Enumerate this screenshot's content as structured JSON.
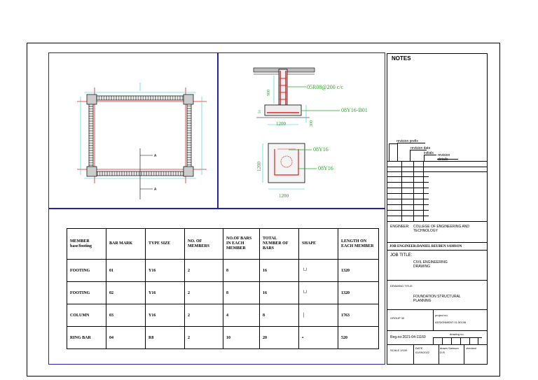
{
  "sheet": {
    "detail_labels": {
      "section_marker_top": "A",
      "section_marker_bottom": "A",
      "stirrups": "05R08@200 c/c",
      "base_bars": "08Y16-B01",
      "column_height": "900",
      "footing_width": "1200",
      "footing_depth": "300",
      "cover_dim": "50",
      "plan_bars_top": "08Y16",
      "plan_bars_side": "08Y16",
      "plan_dim_vertical": "1200",
      "plan_dim_horizontal": "1200"
    }
  },
  "schedule": {
    "headers": [
      "MEMBER base/footing",
      "BAR MARK",
      "TYPE SIZE",
      "NO. OF MEMBERS",
      "NO.OF BARS IN EACH MEMBER",
      "TOTAL NUMBER OF BARS",
      "SHAPE",
      "LENGTH ON EACH MEMBER"
    ],
    "rows": [
      {
        "member": "FOOTING",
        "mark": "01",
        "size": "Y16",
        "members": "2",
        "bars": "8",
        "total": "16",
        "shape": "└┘",
        "length": "1320"
      },
      {
        "member": "FOOTING",
        "mark": "02",
        "size": "Y16",
        "members": "2",
        "bars": "8",
        "total": "16",
        "shape": "└┘",
        "length": "1320"
      },
      {
        "member": "COLUMN",
        "mark": "03",
        "size": "Y16",
        "members": "2",
        "bars": "4",
        "total": "8",
        "shape": "│",
        "length": "1763"
      },
      {
        "member": "RING BAR",
        "mark": "04",
        "size": "R8",
        "members": "2",
        "bars": "10",
        "total": "20",
        "shape": "▪",
        "length": "520"
      }
    ]
  },
  "title_block": {
    "notes": "NOTES",
    "revision_prefix": "revision prefix",
    "revision_date": "revision date",
    "initials": "initials",
    "revision_details": "revision details",
    "engineer_label": "ENGINEER:",
    "engineer_value": "COLLEGE OF ENGINEERING AND TECHNOLOGY",
    "job_engineer": "JOB ENGINEER:DANIEL REUBEN SAMSON",
    "job_title_label": "JOB TITLE:",
    "job_title_value": "CIVIL ENGINEERING DRAWING",
    "drawing_title_label": "DRAWING TITLE:",
    "drawing_title_value": "FOUNDATION STRUCTURAL PLANNING",
    "group_label": "GROUP 30",
    "project_label": "project no.",
    "project_value": "ASSIGNMENT 01 50106",
    "reg_no": "Reg.no:2021-04-11160",
    "drawing_no_label": "drawing no.",
    "scale": "SCALE 1/100",
    "date": "DATE 01/09/2022",
    "drawn_by": "drawn Samson D.R",
    "checked": "checked"
  }
}
